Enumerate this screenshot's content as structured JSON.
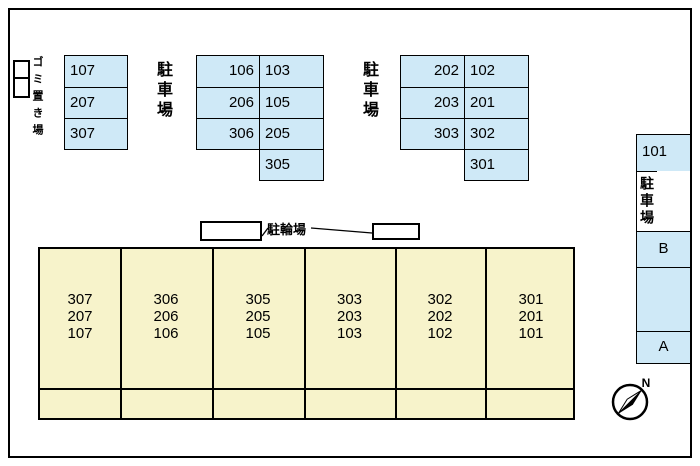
{
  "labels": {
    "garbage": "ゴミ置き場",
    "parking": "駐車場",
    "bicycle": "駐輪場",
    "north": "N",
    "zone_b": "B",
    "zone_a": "A",
    "space_101": "101"
  },
  "parking": {
    "left_col": [
      "107",
      "207",
      "307"
    ],
    "mid_col1": [
      "106",
      "206",
      "306"
    ],
    "mid_col2": [
      "103",
      "105",
      "205",
      "305"
    ],
    "right_col1": [
      "202",
      "203",
      "303"
    ],
    "right_col2": [
      "102",
      "201",
      "302",
      "301"
    ]
  },
  "building": {
    "units": [
      {
        "lines": [
          "307",
          "207",
          "107"
        ]
      },
      {
        "lines": [
          "306",
          "206",
          "106"
        ]
      },
      {
        "lines": [
          "305",
          "205",
          "105"
        ]
      },
      {
        "lines": [
          "303",
          "203",
          "103"
        ]
      },
      {
        "lines": [
          "302",
          "202",
          "102"
        ]
      },
      {
        "lines": [
          "301",
          "201",
          "101"
        ]
      }
    ]
  },
  "colors": {
    "parking_cell_blue": "#cfe9f7",
    "building_yellow": "#f7f3cb",
    "line_black": "#000000"
  }
}
